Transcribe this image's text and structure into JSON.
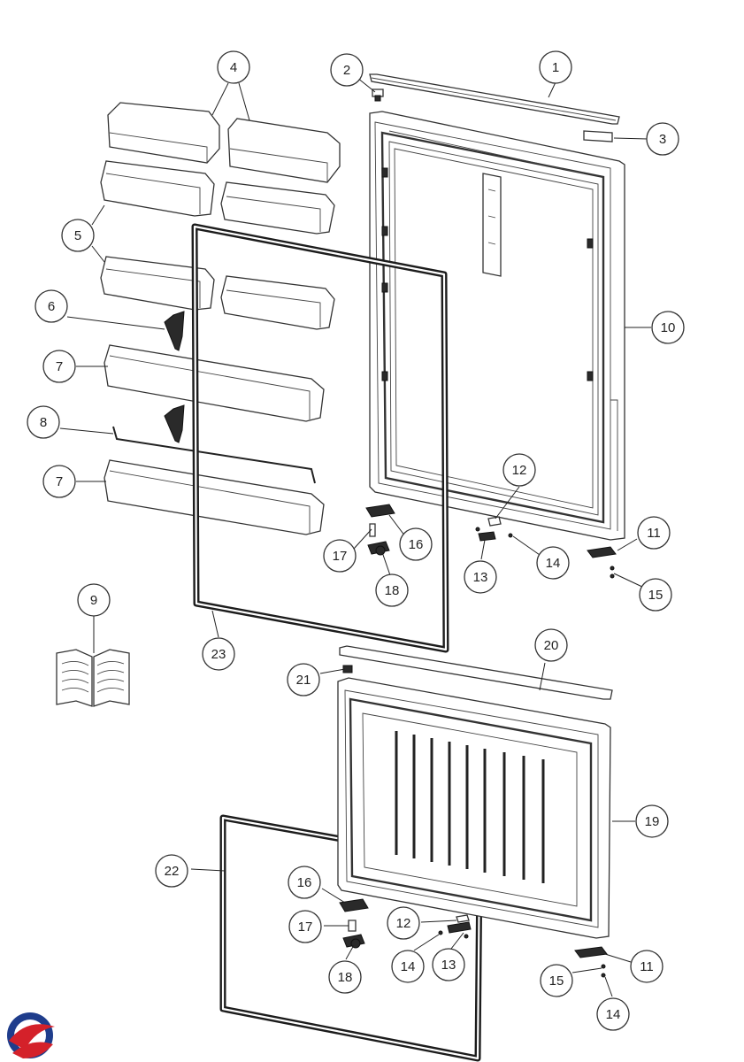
{
  "callouts": [
    "1",
    "2",
    "3",
    "4",
    "5",
    "6",
    "7",
    "8",
    "9",
    "10",
    "11",
    "12",
    "13",
    "14",
    "15",
    "16",
    "17",
    "18",
    "19",
    "20",
    "21",
    "22",
    "23"
  ],
  "brand_colors": {
    "logo_blue": "#1f3d8c",
    "logo_red": "#d4212a"
  }
}
